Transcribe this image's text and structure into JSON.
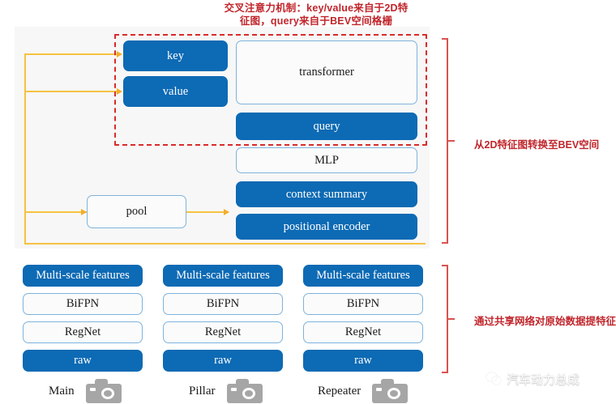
{
  "title": {
    "line1": "交叉注意力机制：key/value来自于2D特",
    "line2": "征图，query来自于BEV空间格栅"
  },
  "colors": {
    "blue_fill": "#0d6ab4",
    "blue_border": "#7eb3dd",
    "orange_line": "#f5c242",
    "red_dashed": "#d92b2b",
    "red_annotation": "#c0252b",
    "camera_gray": "#a6a6a6",
    "panel_bg": "#f7f7f7"
  },
  "bev_section": {
    "nodes": {
      "key": "key",
      "value": "value",
      "transformer": "transformer",
      "query": "query",
      "mlp": "MLP",
      "context_summary": "context  summary",
      "positional_encoder": "positional  encoder",
      "pool": "pool"
    }
  },
  "annotations": {
    "top": "从2D特征图转换至BEV空间",
    "bottom": "通过共享网络对原始数据提特征"
  },
  "backbone": {
    "stack_labels": [
      "Multi-scale  features",
      "BiFPN",
      "RegNet",
      "raw"
    ],
    "columns": [
      {
        "caption": "Main",
        "icon": "camera-icon"
      },
      {
        "caption": "Pillar",
        "icon": "camera-icon"
      },
      {
        "caption": "Repeater",
        "icon": "camera-icon"
      }
    ]
  },
  "watermark": {
    "text": "汽车动力总成",
    "icon": "wechat-icon"
  }
}
